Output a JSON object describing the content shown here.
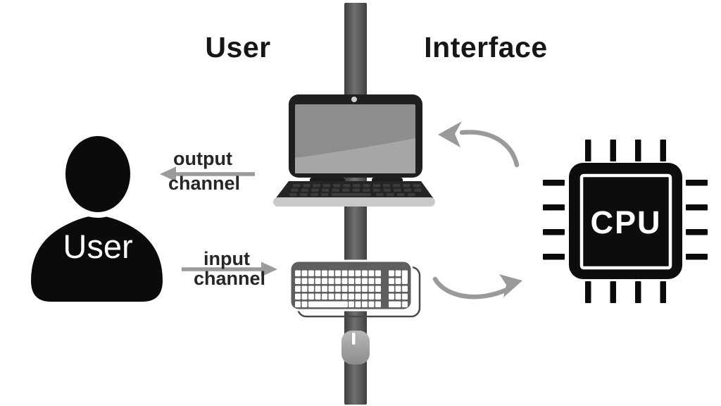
{
  "titles": {
    "left": "User",
    "right": "Interface"
  },
  "channels": {
    "output": {
      "line1": "output",
      "line2": "channel"
    },
    "input": {
      "line1": "input",
      "line2": "channel"
    }
  },
  "nodes": {
    "user": {
      "label": "User",
      "icon": "user-silhouette-icon"
    },
    "cpu": {
      "label": "CPU",
      "icon": "cpu-chip-icon"
    },
    "interface_devices": {
      "icons": [
        "laptop-icon",
        "keyboard-icon",
        "mouse-icon",
        "mounting-pole"
      ]
    }
  },
  "arrows": {
    "output_direction": "left",
    "input_direction": "right",
    "feedback_top": "cpu-to-laptop",
    "feedback_bottom": "keyboard-to-cpu"
  },
  "colors": {
    "background": "#ffffff",
    "title_text": "#161616",
    "channel_text": "#262626",
    "arrow_gray": "#9b9b9b",
    "icon_black": "#0b0b0b",
    "pole_gray": "#565656",
    "keyboard_body": "#5e5e5e",
    "laptop_screen": "#8d8d8d",
    "label_on_dark": "#ffffff"
  }
}
